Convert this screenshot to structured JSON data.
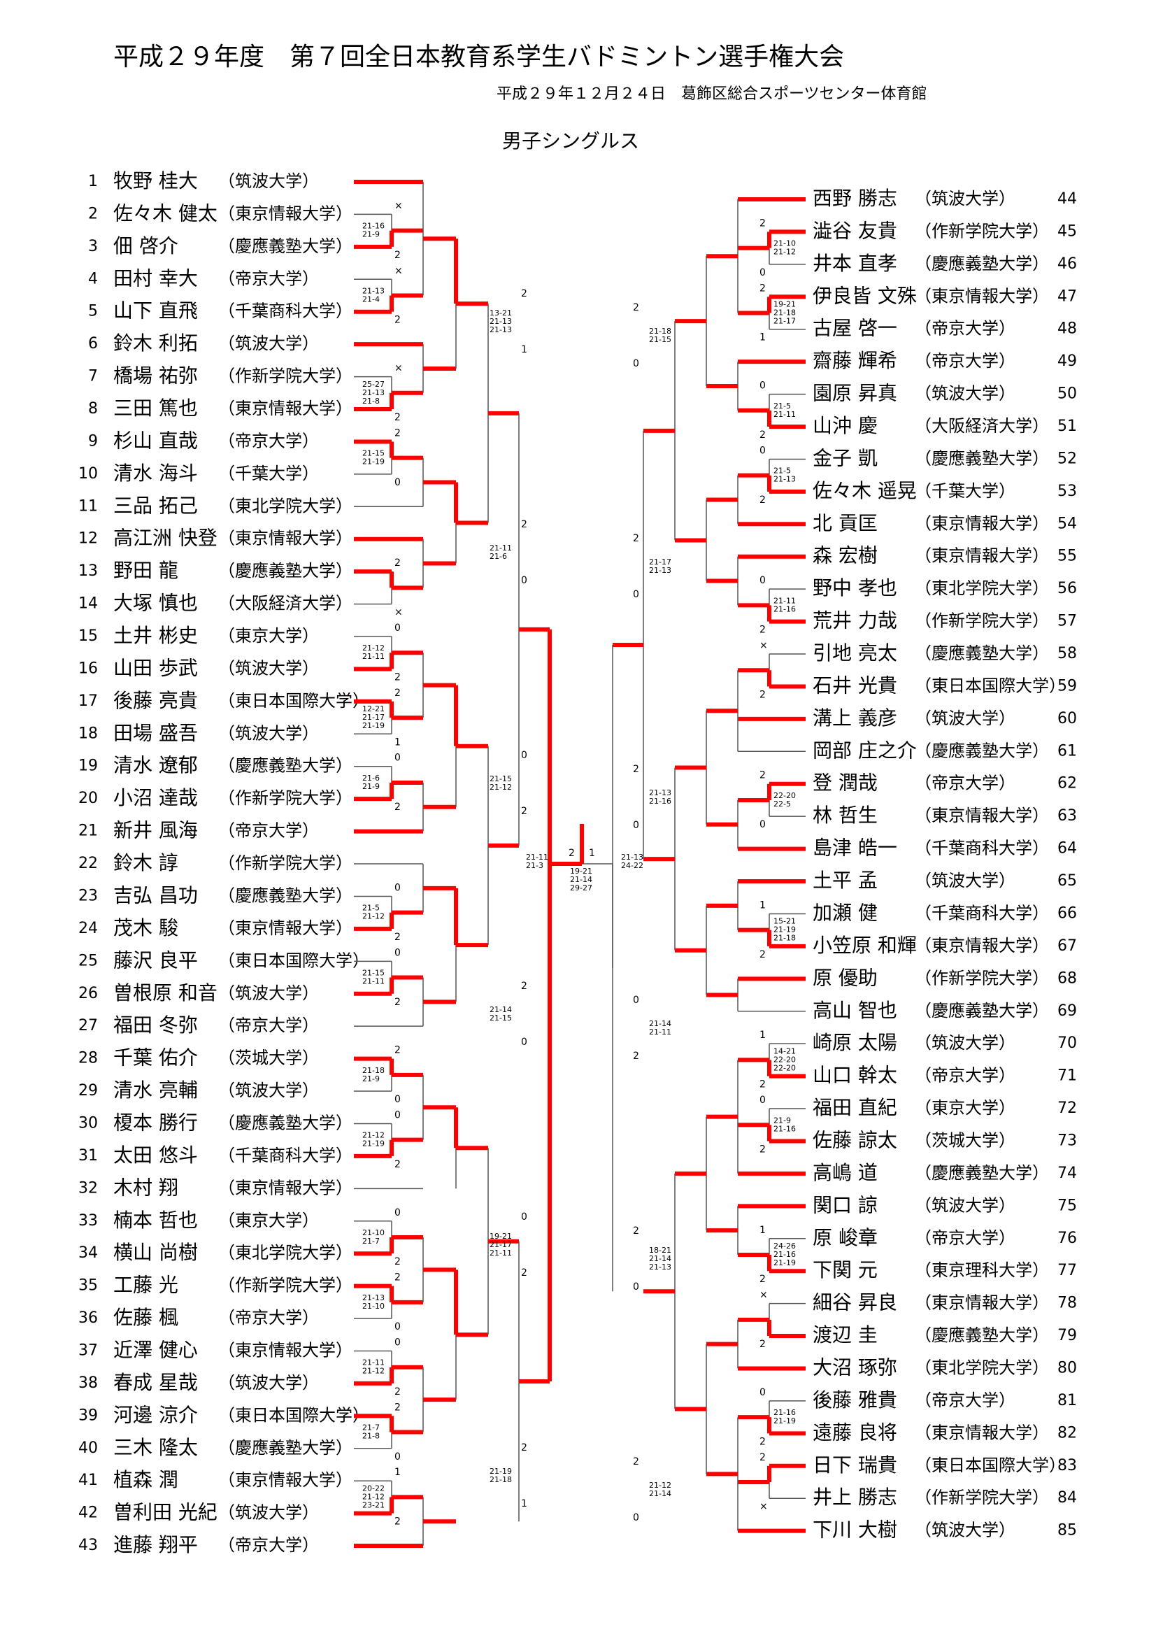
{
  "title": "平成２９年度　第７回全日本教育系学生バドミントン選手権大会",
  "subtitle": "平成２９年１２月２４日　葛飾区総合スポーツセンター体育館",
  "event": "男子シングルス",
  "left_players": [
    {
      "no": "1",
      "name": "牧野 桂大",
      "aff": "（筑波大学）"
    },
    {
      "no": "2",
      "name": "佐々木 健太",
      "aff": "（東京情報大学）"
    },
    {
      "no": "3",
      "name": "佃 啓介",
      "aff": "（慶應義塾大学）"
    },
    {
      "no": "4",
      "name": "田村 幸大",
      "aff": "（帝京大学）"
    },
    {
      "no": "5",
      "name": "山下 直飛",
      "aff": "（千葉商科大学）"
    },
    {
      "no": "6",
      "name": "鈴木 利拓",
      "aff": "（筑波大学）"
    },
    {
      "no": "7",
      "name": "橋場 祐弥",
      "aff": "（作新学院大学）"
    },
    {
      "no": "8",
      "name": "三田 篤也",
      "aff": "（東京情報大学）"
    },
    {
      "no": "9",
      "name": "杉山 直哉",
      "aff": "（帝京大学）"
    },
    {
      "no": "10",
      "name": "清水 海斗",
      "aff": "（千葉大学）"
    },
    {
      "no": "11",
      "name": "三品 拓己",
      "aff": "（東北学院大学）"
    },
    {
      "no": "12",
      "name": "高江洲 快登",
      "aff": "（東京情報大学）"
    },
    {
      "no": "13",
      "name": "野田 龍",
      "aff": "（慶應義塾大学）"
    },
    {
      "no": "14",
      "name": "大塚 慎也",
      "aff": "（大阪経済大学）"
    },
    {
      "no": "15",
      "name": "土井 彬史",
      "aff": "（東京大学）"
    },
    {
      "no": "16",
      "name": "山田 歩武",
      "aff": "（筑波大学）"
    },
    {
      "no": "17",
      "name": "後藤 亮貴",
      "aff": "（東日本国際大学）"
    },
    {
      "no": "18",
      "name": "田場 盛吾",
      "aff": "（筑波大学）"
    },
    {
      "no": "19",
      "name": "清水 遼郁",
      "aff": "（慶應義塾大学）"
    },
    {
      "no": "20",
      "name": "小沼 達哉",
      "aff": "（作新学院大学）"
    },
    {
      "no": "21",
      "name": "新井 風海",
      "aff": "（帝京大学）"
    },
    {
      "no": "22",
      "name": "鈴木 諄",
      "aff": "（作新学院大学）"
    },
    {
      "no": "23",
      "name": "吉弘 昌功",
      "aff": "（慶應義塾大学）"
    },
    {
      "no": "24",
      "name": "茂木 駿",
      "aff": "（東京情報大学）"
    },
    {
      "no": "25",
      "name": "藤沢 良平",
      "aff": "（東日本国際大学）"
    },
    {
      "no": "26",
      "name": "曽根原 和音",
      "aff": "（筑波大学）"
    },
    {
      "no": "27",
      "name": "福田 冬弥",
      "aff": "（帝京大学）"
    },
    {
      "no": "28",
      "name": "千葉 佑介",
      "aff": "（茨城大学）"
    },
    {
      "no": "29",
      "name": "清水 亮輔",
      "aff": "（筑波大学）"
    },
    {
      "no": "30",
      "name": "榎本 勝行",
      "aff": "（慶應義塾大学）"
    },
    {
      "no": "31",
      "name": "太田 悠斗",
      "aff": "（千葉商科大学）"
    },
    {
      "no": "32",
      "name": "木村 翔",
      "aff": "（東京情報大学）"
    },
    {
      "no": "33",
      "name": "楠本 哲也",
      "aff": "（東京大学）"
    },
    {
      "no": "34",
      "name": "横山 尚樹",
      "aff": "（東北学院大学）"
    },
    {
      "no": "35",
      "name": "工藤 光",
      "aff": "（作新学院大学）"
    },
    {
      "no": "36",
      "name": "佐藤 楓",
      "aff": "（帝京大学）"
    },
    {
      "no": "37",
      "name": "近澤 健心",
      "aff": "（東京情報大学）"
    },
    {
      "no": "38",
      "name": "春成 星哉",
      "aff": "（筑波大学）"
    },
    {
      "no": "39",
      "name": "河邊 涼介",
      "aff": "（東日本国際大学）"
    },
    {
      "no": "40",
      "name": "三木 隆太",
      "aff": "（慶應義塾大学）"
    },
    {
      "no": "41",
      "name": "植森 潤",
      "aff": "（東京情報大学）"
    },
    {
      "no": "42",
      "name": "曽利田 光紀",
      "aff": "（筑波大学）"
    },
    {
      "no": "43",
      "name": "進藤 翔平",
      "aff": "（帝京大学）"
    }
  ],
  "right_players": [
    {
      "no": "44",
      "name": "西野 勝志",
      "aff": "（筑波大学）"
    },
    {
      "no": "45",
      "name": "澁谷 友貴",
      "aff": "（作新学院大学）"
    },
    {
      "no": "46",
      "name": "井本 直孝",
      "aff": "（慶應義塾大学）"
    },
    {
      "no": "47",
      "name": "伊良皆 文殊",
      "aff": "（東京情報大学）"
    },
    {
      "no": "48",
      "name": "古屋 啓一",
      "aff": "（帝京大学）"
    },
    {
      "no": "49",
      "name": "齋藤 輝希",
      "aff": "（帝京大学）"
    },
    {
      "no": "50",
      "name": "園原 昇真",
      "aff": "（筑波大学）"
    },
    {
      "no": "51",
      "name": "山沖 慶",
      "aff": "（大阪経済大学）"
    },
    {
      "no": "52",
      "name": "金子 凱",
      "aff": "（慶應義塾大学）"
    },
    {
      "no": "53",
      "name": "佐々木 遥晃",
      "aff": "（千葉大学）"
    },
    {
      "no": "54",
      "name": "北 貢匡",
      "aff": "（東京情報大学）"
    },
    {
      "no": "55",
      "name": "森 宏樹",
      "aff": "（東京情報大学）"
    },
    {
      "no": "56",
      "name": "野中 孝也",
      "aff": "（東北学院大学）"
    },
    {
      "no": "57",
      "name": "荒井 力哉",
      "aff": "（作新学院大学）"
    },
    {
      "no": "58",
      "name": "引地 亮太",
      "aff": "（慶應義塾大学）"
    },
    {
      "no": "59",
      "name": "石井 光貴",
      "aff": "（東日本国際大学）"
    },
    {
      "no": "60",
      "name": "溝上 義彦",
      "aff": "（筑波大学）"
    },
    {
      "no": "61",
      "name": "岡部 庄之介",
      "aff": "（慶應義塾大学）"
    },
    {
      "no": "62",
      "name": "登 潤哉",
      "aff": "（帝京大学）"
    },
    {
      "no": "63",
      "name": "林 哲生",
      "aff": "（東京情報大学）"
    },
    {
      "no": "64",
      "name": "島津 皓一",
      "aff": "（千葉商科大学）"
    },
    {
      "no": "65",
      "name": "土平 孟",
      "aff": "（筑波大学）"
    },
    {
      "no": "66",
      "name": "加瀬 健",
      "aff": "（千葉商科大学）"
    },
    {
      "no": "67",
      "name": "小笠原 和輝",
      "aff": "（東京情報大学）"
    },
    {
      "no": "68",
      "name": "原 優助",
      "aff": "（作新学院大学）"
    },
    {
      "no": "69",
      "name": "高山 智也",
      "aff": "（慶應義塾大学）"
    },
    {
      "no": "70",
      "name": "崎原 太陽",
      "aff": "（筑波大学）"
    },
    {
      "no": "71",
      "name": "山口 幹太",
      "aff": "（帝京大学）"
    },
    {
      "no": "72",
      "name": "福田 直紀",
      "aff": "（東京大学）"
    },
    {
      "no": "73",
      "name": "佐藤 諒太",
      "aff": "（茨城大学）"
    },
    {
      "no": "74",
      "name": "高嶋 道",
      "aff": "（慶應義塾大学）"
    },
    {
      "no": "75",
      "name": "関口 諒",
      "aff": "（筑波大学）"
    },
    {
      "no": "76",
      "name": "原 峻章",
      "aff": "（帝京大学）"
    },
    {
      "no": "77",
      "name": "下関 元",
      "aff": "（東京理科大学）"
    },
    {
      "no": "78",
      "name": "細谷 昇良",
      "aff": "（東京情報大学）"
    },
    {
      "no": "79",
      "name": "渡辺 圭",
      "aff": "（慶應義塾大学）"
    },
    {
      "no": "80",
      "name": "大沼 琢弥",
      "aff": "（東北学院大学）"
    },
    {
      "no": "81",
      "name": "後藤 雅貴",
      "aff": "（帝京大学）"
    },
    {
      "no": "82",
      "name": "遠藤 良将",
      "aff": "（東京情報大学）"
    },
    {
      "no": "83",
      "name": "日下 瑞貴",
      "aff": "（東日本国際大学）"
    },
    {
      "no": "84",
      "name": "井上 勝志",
      "aff": "（作新学院大学）"
    },
    {
      "no": "85",
      "name": "下川 大樹",
      "aff": "（筑波大学）"
    }
  ],
  "colors": {
    "winner_line": "#ff0000",
    "loser_line": "#555555",
    "text": "#000000"
  },
  "left_rounds": [
    [
      {
        "p": [
          "2",
          "3"
        ],
        "w": 1,
        "s": [
          "21-16",
          "21-9"
        ],
        "m": [
          "×",
          "2"
        ]
      },
      {
        "p": [
          "4",
          "5"
        ],
        "w": 1,
        "s": [
          "21-13",
          "21-4"
        ],
        "m": [
          "×",
          "2"
        ]
      },
      {
        "p": [
          "7",
          "8"
        ],
        "w": 1,
        "s": [
          "25-27",
          "21-13",
          "21-8"
        ],
        "m": [
          "×",
          "2"
        ]
      },
      {
        "p": [
          "9",
          "10"
        ],
        "w": 0,
        "s": [
          "21-15",
          "21-19"
        ],
        "m": [
          "2",
          "0"
        ]
      },
      {
        "p": [
          "13",
          "14"
        ],
        "w": 0,
        "s": [],
        "m": [
          "2",
          "×"
        ]
      },
      {
        "p": [
          "15",
          "16"
        ],
        "w": 1,
        "s": [
          "21-12",
          "21-11"
        ],
        "m": [
          "0",
          "2"
        ]
      },
      {
        "p": [
          "17",
          "18"
        ],
        "w": 0,
        "s": [
          "12-21",
          "21-17",
          "21-19"
        ],
        "m": [
          "2",
          "1"
        ]
      },
      {
        "p": [
          "19",
          "20"
        ],
        "w": 1,
        "s": [
          "21-6",
          "21-9"
        ],
        "m": [
          "0",
          "2"
        ]
      },
      {
        "p": [
          "23",
          "24"
        ],
        "w": 1,
        "s": [
          "21-5",
          "21-12"
        ],
        "m": [
          "0",
          "2"
        ]
      },
      {
        "p": [
          "25",
          "26"
        ],
        "w": 1,
        "s": [
          "21-15",
          "21-11"
        ],
        "m": [
          "0",
          "2"
        ]
      },
      {
        "p": [
          "28",
          "29"
        ],
        "w": 0,
        "s": [
          "21-18",
          "21-9"
        ],
        "m": [
          "2",
          "0"
        ]
      },
      {
        "p": [
          "30",
          "31"
        ],
        "w": 1,
        "s": [
          "21-12",
          "21-19"
        ],
        "m": [
          "0",
          "2"
        ]
      },
      {
        "p": [
          "33",
          "34"
        ],
        "w": 1,
        "s": [
          "21-10",
          "21-7"
        ],
        "m": [
          "0",
          "2"
        ]
      },
      {
        "p": [
          "35",
          "36"
        ],
        "w": 0,
        "s": [
          "21-13",
          "21-10"
        ],
        "m": [
          "2",
          "0"
        ]
      },
      {
        "p": [
          "37",
          "38"
        ],
        "w": 1,
        "s": [
          "21-11",
          "21-12"
        ],
        "m": [
          "0",
          "2"
        ]
      },
      {
        "p": [
          "39",
          "40"
        ],
        "w": 0,
        "s": [
          "21-7",
          "21-8"
        ],
        "m": [
          "2",
          "0"
        ]
      },
      {
        "p": [
          "41",
          "42"
        ],
        "w": 1,
        "s": [
          "20-22",
          "21-12",
          "23-21"
        ],
        "m": [
          "1",
          "2"
        ]
      }
    ]
  ],
  "right_rounds": [
    [
      {
        "p": [
          "45",
          "46"
        ],
        "w": 0,
        "s": [
          "21-10",
          "21-12"
        ],
        "m": [
          "2",
          "0"
        ]
      },
      {
        "p": [
          "47",
          "48"
        ],
        "w": 0,
        "s": [
          "19-21",
          "21-18",
          "21-17"
        ],
        "m": [
          "2",
          "1"
        ]
      },
      {
        "p": [
          "50",
          "51"
        ],
        "w": 1,
        "s": [
          "21-5",
          "21-11"
        ],
        "m": [
          "0",
          "2"
        ]
      },
      {
        "p": [
          "52",
          "53"
        ],
        "w": 1,
        "s": [
          "21-5",
          "21-13"
        ],
        "m": [
          "0",
          "2"
        ]
      },
      {
        "p": [
          "56",
          "57"
        ],
        "w": 1,
        "s": [
          "21-11",
          "21-16"
        ],
        "m": [
          "0",
          "2"
        ]
      },
      {
        "p": [
          "58",
          "59"
        ],
        "w": 1,
        "s": [],
        "m": [
          "×",
          "2"
        ]
      },
      {
        "p": [
          "62",
          "63"
        ],
        "w": 0,
        "s": [
          "22-20",
          "22-5"
        ],
        "m": [
          "2",
          "0"
        ]
      },
      {
        "p": [
          "66",
          "67"
        ],
        "w": 1,
        "s": [
          "15-21",
          "21-19",
          "21-18"
        ],
        "m": [
          "1",
          "2"
        ]
      },
      {
        "p": [
          "70",
          "71"
        ],
        "w": 1,
        "s": [
          "14-21",
          "22-20",
          "22-20"
        ],
        "m": [
          "1",
          "2"
        ]
      },
      {
        "p": [
          "72",
          "73"
        ],
        "w": 1,
        "s": [
          "21-9",
          "21-16"
        ],
        "m": [
          "0",
          "2"
        ]
      },
      {
        "p": [
          "76",
          "77"
        ],
        "w": 1,
        "s": [
          "24-26",
          "21-16",
          "21-19"
        ],
        "m": [
          "1",
          "2"
        ]
      },
      {
        "p": [
          "78",
          "79"
        ],
        "w": 1,
        "s": [],
        "m": [
          "×",
          "2"
        ]
      },
      {
        "p": [
          "81",
          "82"
        ],
        "w": 1,
        "s": [
          "21-16",
          "21-19"
        ],
        "m": [
          "0",
          "2"
        ]
      },
      {
        "p": [
          "83",
          "84"
        ],
        "w": 0,
        "s": [],
        "m": [
          "2",
          "×"
        ]
      }
    ]
  ],
  "later_left": [
    {
      "s": [
        "13-21",
        "21-13",
        "21-13"
      ],
      "m": [
        "2",
        "1"
      ]
    },
    {
      "s": [
        "21-11",
        "21-6"
      ],
      "m": [
        "2",
        "0"
      ]
    },
    {
      "s": [
        "21-15",
        "21-12"
      ],
      "m": [
        "0",
        "2"
      ]
    },
    {
      "s": [
        "21-14",
        "21-15"
      ],
      "m": [
        "2",
        "0"
      ]
    },
    {
      "s": [
        "19-21",
        "21-17",
        "21-11"
      ],
      "m": [
        "0",
        "2"
      ]
    },
    {
      "s": [
        "21-19",
        "21-18"
      ],
      "m": [
        "2",
        "1"
      ]
    }
  ],
  "later_right": [
    {
      "s": [
        "21-18",
        "21-15"
      ],
      "m": [
        "2",
        "0"
      ]
    },
    {
      "s": [
        "21-17",
        "21-13"
      ],
      "m": [
        "2",
        "0"
      ]
    },
    {
      "s": [
        "21-13",
        "21-16"
      ],
      "m": [
        "2",
        "0"
      ]
    },
    {
      "s": [
        "21-14",
        "21-11"
      ],
      "m": [
        "0",
        "2"
      ]
    },
    {
      "s": [
        "18-21",
        "21-14",
        "21-13"
      ],
      "m": [
        "2",
        "0"
      ]
    },
    {
      "s": [
        "21-12",
        "21-14"
      ],
      "m": [
        "2",
        "0"
      ]
    }
  ],
  "final": {
    "left_scores": [
      "21-11",
      "21-3"
    ],
    "center_scores": [
      "19-21",
      "21-14",
      "29-27"
    ],
    "right_scores": [
      "21-13",
      "24-22"
    ],
    "left_mark": "2",
    "right_mark": "1"
  }
}
